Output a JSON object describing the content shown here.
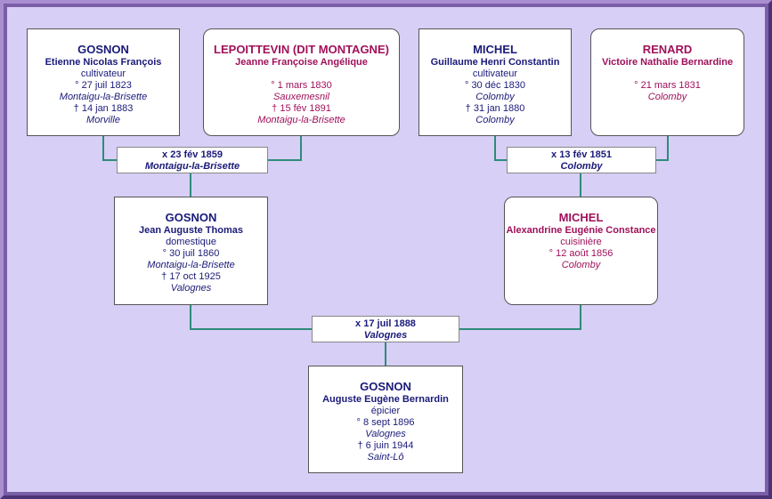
{
  "people": {
    "p1": {
      "surname": "GOSNON",
      "given": "Etienne Nicolas François",
      "occupation": "cultivateur",
      "birth_date": "° 27 juil 1823",
      "birth_place": "Montaigu-la-Brisette",
      "death_date": "† 14 jan 1883",
      "death_place": "Morville"
    },
    "p2": {
      "surname": "LEPOITTEVIN (DIT MONTAGNE)",
      "given": "Jeanne Françoise Angélique",
      "birth_date": "° 1 mars 1830",
      "birth_place": "Sauxemesnil",
      "death_date": "† 15 fév 1891",
      "death_place": "Montaigu-la-Brisette"
    },
    "p3": {
      "surname": "MICHEL",
      "given": "Guillaume Henri Constantin",
      "occupation": "cultivateur",
      "birth_date": "° 30 déc 1830",
      "birth_place": "Colomby",
      "death_date": "† 31 jan 1880",
      "death_place": "Colomby"
    },
    "p4": {
      "surname": "RENARD",
      "given": "Victoire Nathalie Bernardine",
      "birth_date": "° 21 mars 1831",
      "birth_place": "Colomby"
    },
    "p5": {
      "surname": "GOSNON",
      "given": "Jean Auguste Thomas",
      "occupation": "domestique",
      "birth_date": "° 30 juil 1860",
      "birth_place": "Montaigu-la-Brisette",
      "death_date": "† 17 oct 1925",
      "death_place": "Valognes"
    },
    "p6": {
      "surname": "MICHEL",
      "given": "Alexandrine Eugénie Constance",
      "occupation": "cuisinière",
      "birth_date": "° 12 août 1856",
      "birth_place": "Colomby"
    },
    "p7": {
      "surname": "GOSNON",
      "given": "Auguste Eugène Bernardin",
      "occupation": "épicier",
      "birth_date": "° 8 sept 1896",
      "birth_place": "Valognes",
      "death_date": "† 6 juin 1944",
      "death_place": "Saint-Lô"
    }
  },
  "marriages": {
    "m1": {
      "date": "x 23 fév 1859",
      "place": "Montaigu-la-Brisette"
    },
    "m2": {
      "date": "x 13 fév 1851",
      "place": "Colomby"
    },
    "m3": {
      "date": "x 17 juil 1888",
      "place": "Valognes"
    }
  },
  "colors": {
    "male": "#1a1a7a",
    "female": "#a0105a",
    "connector": "#2e8b7a",
    "background": "#d7cff5",
    "frame": "#7b5ea8"
  }
}
